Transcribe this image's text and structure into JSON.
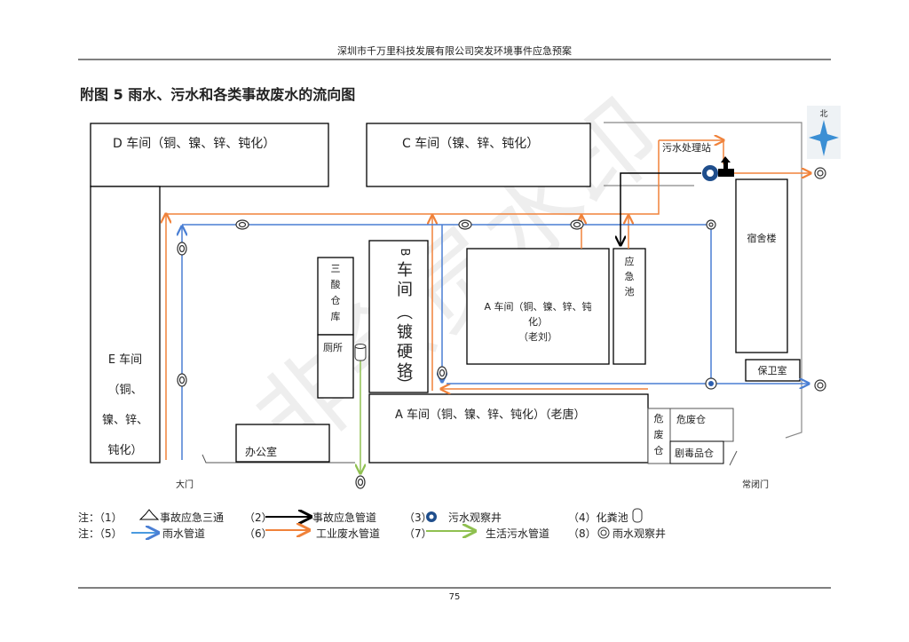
{
  "header": {
    "title": "深圳市千万里科技发展有限公司突发环境事件应急预案"
  },
  "figure": {
    "title": "附图 5 雨水、污水和各类事故废水的流向图",
    "compass": "北",
    "watermark": "非会员水印",
    "buildings": {
      "d": "D 车间（铜、镍、锌、钝化）",
      "c": "C 车间（镍、锌、钝化）",
      "e": [
        "E 车间",
        "（铜、",
        "镍、锌、",
        "钝化）"
      ],
      "sansuan": [
        "三",
        "酸",
        "仓",
        "库"
      ],
      "toilet": "厕所",
      "b": [
        "B",
        "车",
        "间",
        "︵",
        "镀",
        "硬",
        "铬",
        "︶"
      ],
      "a_liu": [
        "A 车间（铜、镍、锌、钝",
        "化）",
        "（老刘）"
      ],
      "pool": [
        "应",
        "急",
        "池"
      ],
      "dorm": "宿舍楼",
      "guard": "保卫室",
      "a_tang": "A 车间（铜、镍、锌、钝化）（老唐）",
      "hazard_v": [
        "危",
        "废",
        "仓"
      ],
      "hazard": "危废仓",
      "toxic": "剧毒品仓",
      "office": "办公室",
      "sewage_station": "污水处理站"
    },
    "gates": {
      "main": "大门",
      "closed": "常闭门"
    }
  },
  "legend": {
    "row1": [
      "注：（1）",
      "事故应急三通",
      "（2）",
      "事故应急管道",
      "（3）",
      "污水观察井",
      "（4）化粪池"
    ],
    "row2": [
      "注：（5）",
      "雨水管道",
      "（6）",
      "工业废水管道",
      "（7）",
      "生活污水管道",
      "（8）",
      "雨水观察井"
    ]
  },
  "colors": {
    "rain": "#4a7fd4",
    "industrial": "#f0823a",
    "domestic": "#8fc050",
    "emergency": "#000000",
    "sewage_well": "#1f4e8c"
  },
  "footer": {
    "page": "75"
  }
}
